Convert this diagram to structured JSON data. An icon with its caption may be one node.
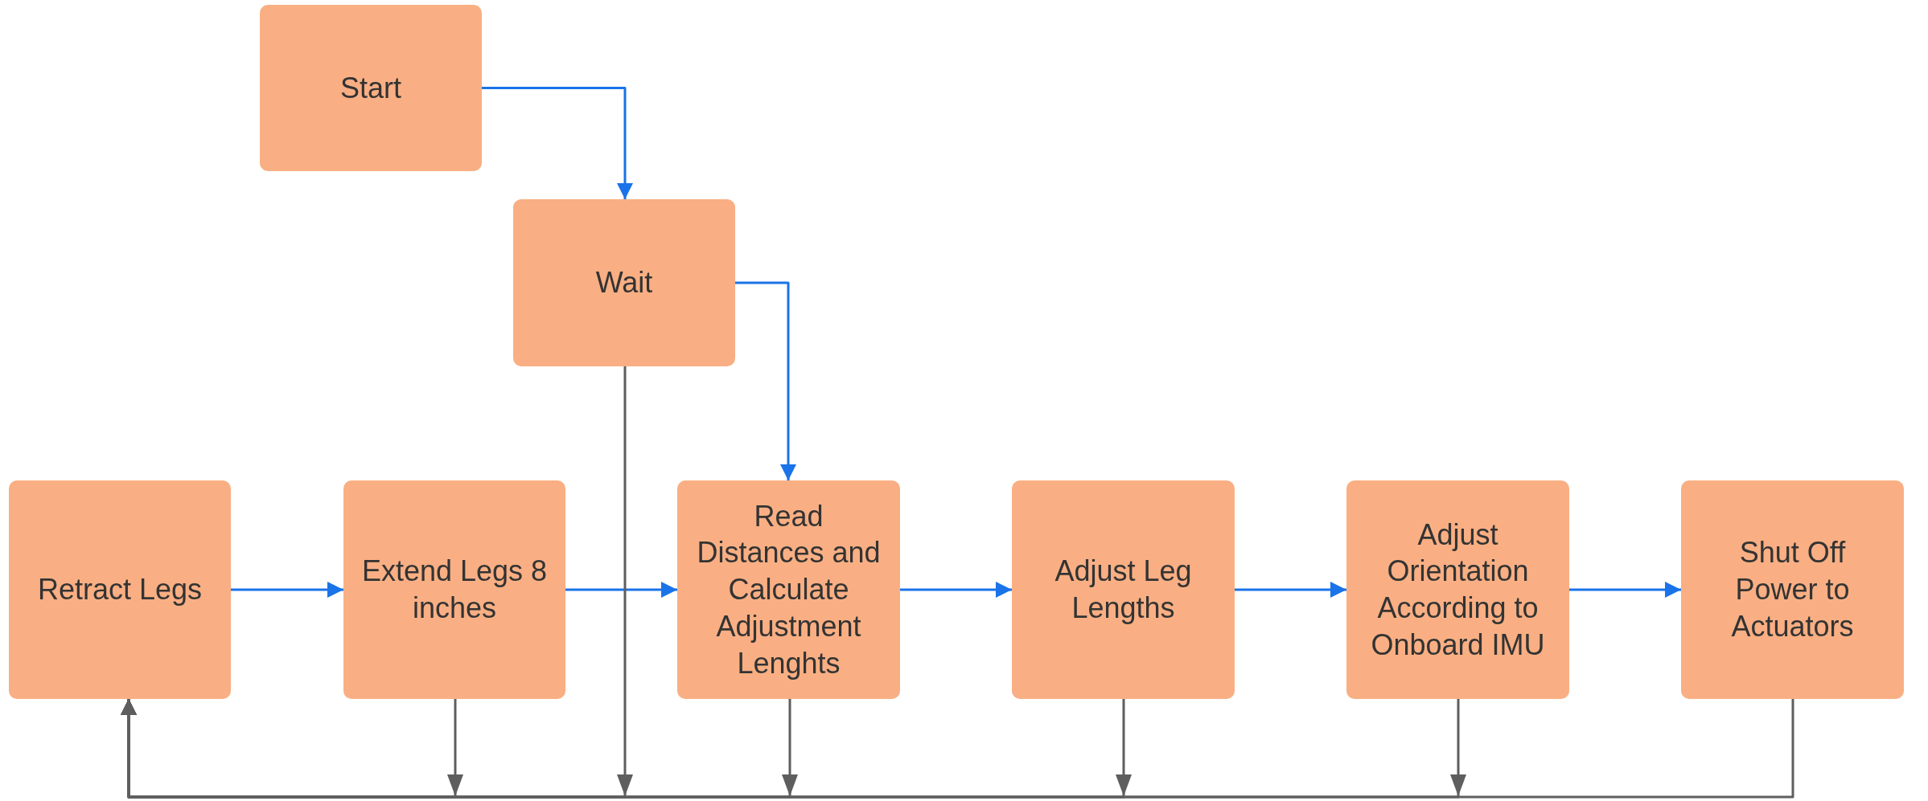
{
  "diagram": {
    "nodes": [
      {
        "text": [
          "Start"
        ]
      },
      {
        "text": [
          "Wait"
        ]
      },
      {
        "text": [
          "Retract Legs"
        ]
      },
      {
        "text": [
          "Extend Legs 8 inches"
        ]
      },
      {
        "text": [
          "Read Distances and Calculate Adjustment Lenghts"
        ]
      },
      {
        "text": [
          "Adjust Leg Lengths"
        ]
      },
      {
        "text": [
          "Adjust Orientation According to Onboard IMU"
        ]
      },
      {
        "text": [
          "Shut Off Power to Actuators"
        ]
      }
    ],
    "edges": [
      {
        "from": 0,
        "to": 1,
        "arrow": "to",
        "color": "#1a73e8"
      },
      {
        "from": 1,
        "to": 4,
        "arrow": "to",
        "color": "#1a73e8"
      },
      {
        "from": 2,
        "to": 3,
        "arrow": "to",
        "color": "#1a73e8"
      },
      {
        "from": 3,
        "to": 4,
        "arrow": "to",
        "color": "#1a73e8"
      },
      {
        "from": 4,
        "to": 5,
        "arrow": "to",
        "color": "#1a73e8"
      },
      {
        "from": 5,
        "to": 6,
        "arrow": "to",
        "color": "#1a73e8"
      },
      {
        "from": 6,
        "to": 7,
        "arrow": "to",
        "color": "#1a73e8"
      },
      {
        "from": 3,
        "to": 2,
        "arrow": "to",
        "color": "#5e5e5e"
      },
      {
        "from": 1,
        "to": 2,
        "arrow": "to",
        "color": "#5e5e5e"
      },
      {
        "from": 4,
        "to": 2,
        "arrow": "to",
        "color": "#5e5e5e"
      },
      {
        "from": 5,
        "to": 2,
        "arrow": "to",
        "color": "#5e5e5e"
      },
      {
        "from": 6,
        "to": 2,
        "arrow": "to",
        "color": "#5e5e5e"
      },
      {
        "from": 7,
        "to": 2,
        "arrow": "to",
        "color": "#5e5e5e"
      }
    ]
  }
}
